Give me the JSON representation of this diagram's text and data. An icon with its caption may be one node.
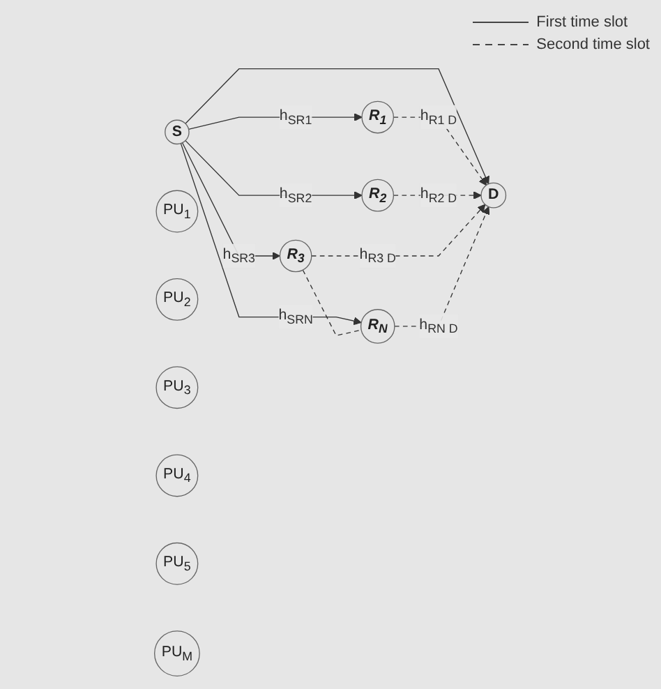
{
  "diagram": {
    "nodes": [
      {
        "text": [
          "S"
        ]
      },
      {
        "text": [
          "R$_{1}$"
        ]
      },
      {
        "text": [
          "R$_{2}$"
        ]
      },
      {
        "text": [
          "R$_{3}$"
        ]
      },
      {
        "text": [
          "R$_{N}$"
        ]
      },
      {
        "text": [
          "D"
        ]
      },
      {
        "text": [
          "PU$_{1}$"
        ]
      },
      {
        "text": [
          "PU$_{2}$"
        ]
      },
      {
        "text": [
          "PU$_{3}$"
        ]
      },
      {
        "text": [
          "PU$_{4}$"
        ]
      },
      {
        "text": [
          "PU$_{5}$"
        ]
      },
      {
        "text": [
          "PU$_{M}$"
        ]
      }
    ],
    "edges": [
      {
        "from": 0,
        "to": 1,
        "arrow": "to",
        "label": "h$_{SR1}$"
      },
      {
        "from": 0,
        "to": 2,
        "arrow": "to",
        "label": "h$_{SR2}$"
      },
      {
        "from": 0,
        "to": 3,
        "arrow": "to",
        "label": "h$_{SR3}$"
      },
      {
        "from": 0,
        "to": 5,
        "arrow": "to"
      },
      {
        "from": 0,
        "to": 4,
        "arrow": "to",
        "label": "h$_{SRN}$"
      },
      {
        "from": 1,
        "to": 5,
        "arrow": "to",
        "style": "dashed",
        "label": "h$_{R1 D}$"
      },
      {
        "from": 2,
        "to": 5,
        "arrow": "to",
        "style": "dashed",
        "label": "h$_{R2 D}$"
      },
      {
        "from": 3,
        "to": 5,
        "arrow": "to",
        "style": "dashed",
        "label": "h$_{R3 D}$"
      },
      {
        "from": 4,
        "to": 5,
        "arrow": "to",
        "style": "dashed",
        "label": "h$_{RN D}$"
      },
      {
        "from": 3,
        "to": 4,
        "arrow": "none",
        "style": "dashed"
      }
    ],
    "legend": [
      {
        "text": "First time slot"
      },
      {
        "text": "Second time slot"
      }
    ]
  }
}
